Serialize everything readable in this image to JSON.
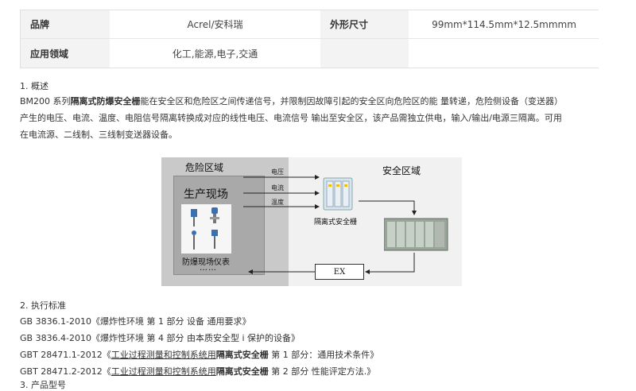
{
  "spec_table": {
    "brand_label": "品牌",
    "brand_value": "Acrel/安科瑞",
    "size_label": "外形尺寸",
    "size_value": "99mm*114.5mm*12.5mmmm",
    "app_label": "应用领域",
    "app_value": "化工,能源,电子,交通"
  },
  "section1": {
    "heading": "1. 概述",
    "line1_pre": "BM200 系列",
    "line1_bold": "隔离式防爆安全栅",
    "line1_post": "能在安全区和危险区之间传递信号，并限制因故障引起的安全区向危险区的能 量转递，危险侧设备（变送器）",
    "line2": "产生的电压、电流、温度、电阻信号隔离转换成对应的线性电压、电流信号 输出至安全区，该产品需独立供电，输入/输出/电源三隔离。可用",
    "line3": "在电流源、二线制、三线制变送器设备。"
  },
  "diagram": {
    "danger_zone": "危险区域",
    "safe_zone": "安全区域",
    "site": "生产现场",
    "instruments": "防爆现场仪表",
    "dots": "……",
    "signal_voltage": "电压",
    "signal_current": "电流",
    "signal_temp": "温度",
    "barrier": "隔离式安全栅",
    "ex": "EX"
  },
  "section2": {
    "heading": "2. 执行标准",
    "std1": "GB 3836.1-2010《爆炸性环境 第 1 部分 设备 通用要求》",
    "std2": "GB 3836.4-2010《爆炸性环境 第 4 部分 由本质安全型 i 保护的设备》",
    "std3_pre": "GBT 28471.1-2012《",
    "std3_u": "工业过程测量和控制系统用",
    "std3_bold": "隔离式安全栅",
    "std3_post": " 第 1 部分：通用技术条件》",
    "std4_pre": "GBT 28471.2-2012《",
    "std4_u": "工业过程测量和控制系统用",
    "std4_bold": "隔离式安全栅",
    "std4_post": " 第 2 部分 性能评定方法.》",
    "next_heading": "3. 产品型号"
  }
}
